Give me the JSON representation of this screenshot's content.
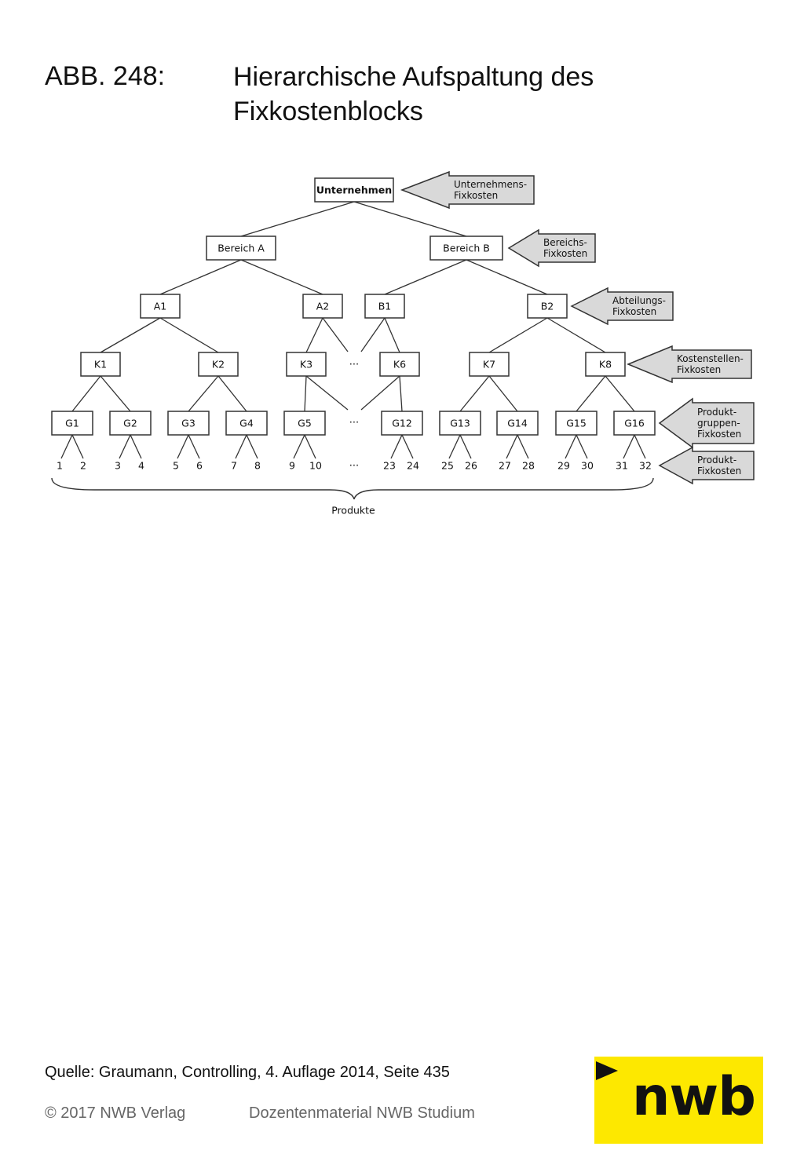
{
  "header": {
    "figure_label": "ABB. 248:",
    "title": "Hierarchische Aufspaltung des Fixkostenblocks"
  },
  "diagram": {
    "root": "Unternehmen",
    "areas": [
      "Bereich A",
      "Bereich B"
    ],
    "departments": [
      "A1",
      "A2",
      "B1",
      "B2"
    ],
    "cost_centers": [
      "K1",
      "K2",
      "K3",
      "K6",
      "K7",
      "K8"
    ],
    "product_groups": [
      "G1",
      "G2",
      "G3",
      "G4",
      "G5",
      "G12",
      "G13",
      "G14",
      "G15",
      "G16"
    ],
    "products": [
      "1",
      "2",
      "3",
      "4",
      "5",
      "6",
      "7",
      "8",
      "9",
      "10",
      "23",
      "24",
      "25",
      "26",
      "27",
      "28",
      "29",
      "30",
      "31",
      "32"
    ],
    "ellipsis": "...",
    "products_label": "Produkte",
    "callouts": [
      [
        "Unternehmens-",
        "Fixkosten"
      ],
      [
        "Bereichs-",
        "Fixkosten"
      ],
      [
        "Abteilungs-",
        "Fixkosten"
      ],
      [
        "Kostenstellen-",
        "Fixkosten"
      ],
      [
        "Produkt-",
        "gruppen-",
        "Fixkosten"
      ],
      [
        "Produkt-",
        "Fixkosten"
      ]
    ],
    "colors": {
      "callout_fill": "#d9d9d9",
      "line": "#333333"
    }
  },
  "footer": {
    "source": "Quelle: Graumann, Controlling, 4. Auflage 2014, Seite 435",
    "copyright": "© 2017 NWB Verlag",
    "material": "Dozentenmaterial NWB Studium",
    "logo_text": "nwb",
    "logo_color": "#fde800"
  }
}
